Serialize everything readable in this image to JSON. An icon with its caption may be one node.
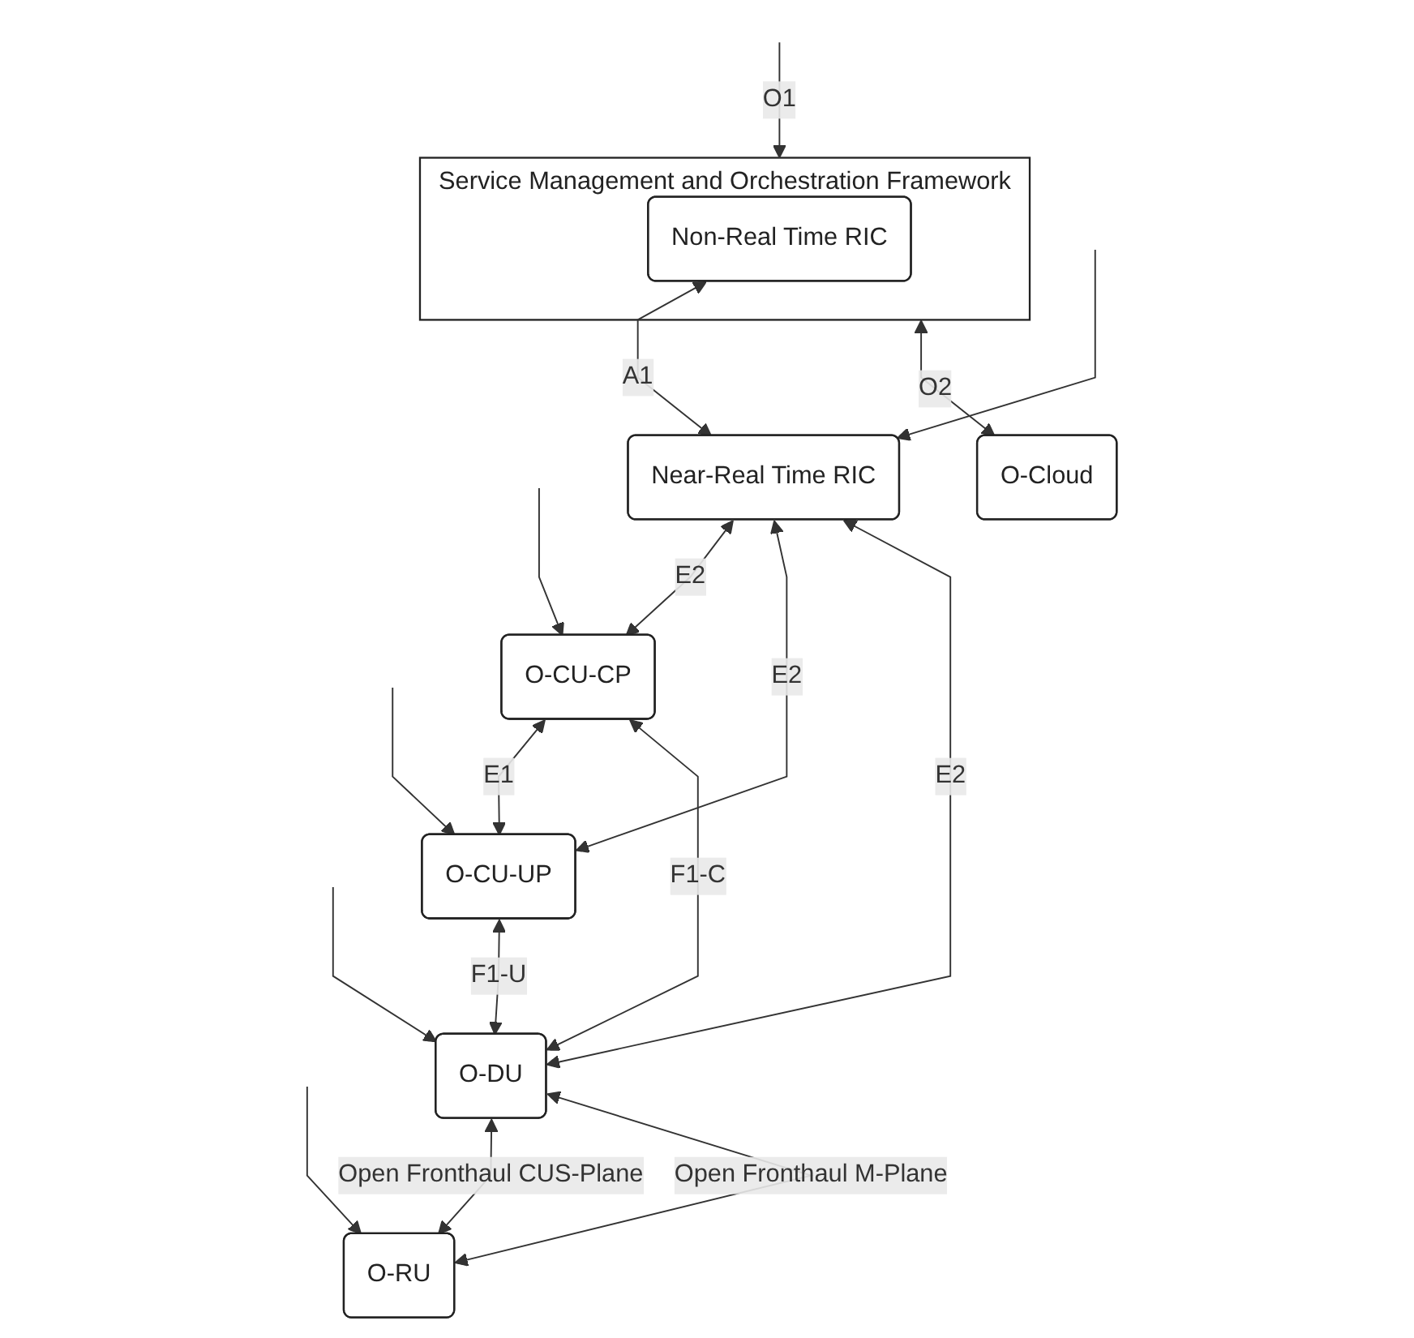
{
  "diagram": {
    "nodes": [
      {
        "text": [
          "Service Management and Orchestration Framework"
        ]
      },
      {
        "text": [
          "Non-Real Time RIC"
        ],
        "in": 0
      },
      {
        "text": [
          "Near-Real Time RIC"
        ]
      },
      {
        "text": [
          "O-CU-CP"
        ]
      },
      {
        "text": [
          "O-CU-UP"
        ]
      },
      {
        "text": [
          "O-DU"
        ]
      },
      {
        "text": [
          "O-RU"
        ]
      },
      {
        "text": [
          "O-Cloud"
        ]
      }
    ],
    "edges": [
      {
        "from": null,
        "to": 0,
        "arrow": "to",
        "label": "O1"
      },
      {
        "from": 1,
        "to": 2,
        "arrow": "both",
        "label": "A1"
      },
      {
        "from": 0,
        "to": 7,
        "arrow": "both",
        "label": "O2"
      },
      {
        "from": null,
        "to": 2,
        "arrow": "to"
      },
      {
        "from": 2,
        "to": 3,
        "arrow": "both",
        "label": "E2"
      },
      {
        "from": 2,
        "to": 4,
        "arrow": "both",
        "label": "E2"
      },
      {
        "from": 2,
        "to": 5,
        "arrow": "both",
        "label": "E2"
      },
      {
        "from": null,
        "to": 3,
        "arrow": "to"
      },
      {
        "from": 3,
        "to": 4,
        "arrow": "both",
        "label": "E1"
      },
      {
        "from": null,
        "to": 4,
        "arrow": "to"
      },
      {
        "from": 3,
        "to": 5,
        "arrow": "both",
        "label": "F1-C"
      },
      {
        "from": 4,
        "to": 5,
        "arrow": "both",
        "label": "F1-U"
      },
      {
        "from": null,
        "to": 5,
        "arrow": "to"
      },
      {
        "from": 5,
        "to": 6,
        "arrow": "both",
        "label": "Open Fronthaul CUS-Plane"
      },
      {
        "from": 5,
        "to": 6,
        "arrow": "both",
        "label": "Open Fronthaul M-Plane"
      },
      {
        "from": null,
        "to": 6,
        "arrow": "to"
      }
    ]
  }
}
